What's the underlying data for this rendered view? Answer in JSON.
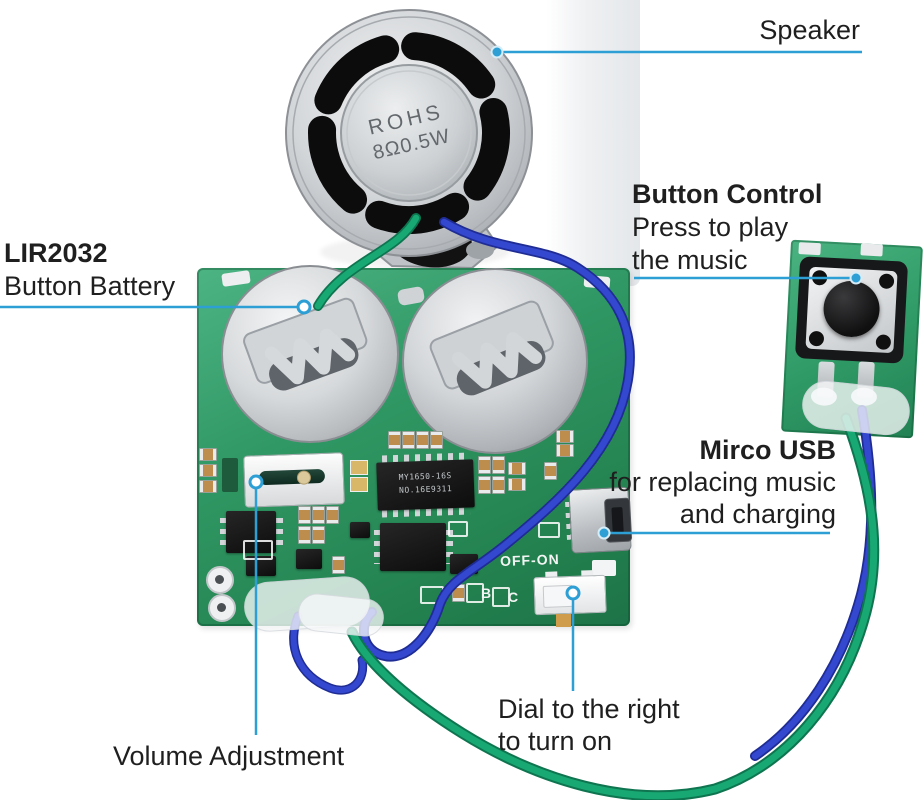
{
  "annotations": {
    "speaker": {
      "title": "Speaker"
    },
    "battery": {
      "title": "LIR2032",
      "subtitle": "Button Battery"
    },
    "button_control": {
      "title": "Button Control",
      "desc1": "Press to play",
      "desc2": "the music"
    },
    "micro_usb": {
      "title": "Mirco USB",
      "desc1": "for replacing music",
      "desc2": "and charging"
    },
    "power_switch": {
      "desc1": "Dial to the right",
      "desc2": "to turn on"
    },
    "volume": {
      "title": "Volume Adjustment"
    }
  },
  "pcb": {
    "speaker_marking_1": "ROHS",
    "speaker_marking_2": "8Ω0.5W",
    "main_ic_line1": "MY1650-16S",
    "main_ic_line2": "NO.16E9311",
    "switch_silkscreen": "OFF-ON",
    "silkscreen_b": "B",
    "silkscreen_c": "C"
  },
  "colors": {
    "leader_line": "#2d9fd4",
    "pcb_green": "#2f9e68",
    "wire_green": "#18a873",
    "wire_blue": "#3347cf",
    "label_text": "#1f1f1f"
  }
}
